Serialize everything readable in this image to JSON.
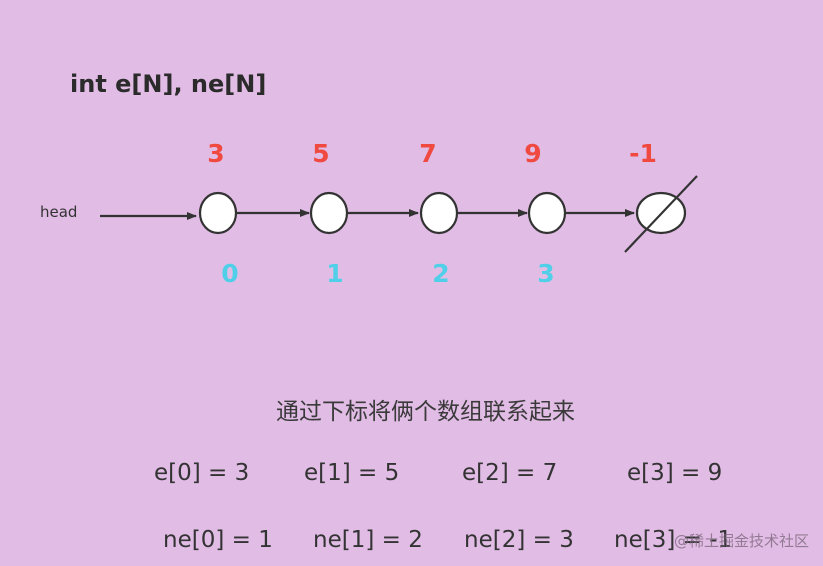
{
  "title": "int e[N], ne[N]",
  "head_label": "head",
  "nodes": [
    {
      "value": "3",
      "index": "0"
    },
    {
      "value": "5",
      "index": "1"
    },
    {
      "value": "7",
      "index": "2"
    },
    {
      "value": "9",
      "index": "3"
    },
    {
      "value": "-1",
      "index": ""
    }
  ],
  "caption": "通过下标将俩个数组联系起来",
  "e_equations": [
    "e[0] = 3",
    "e[1] = 5",
    "e[2] = 7",
    "e[3] = 9"
  ],
  "ne_equations": [
    "ne[0] = 1",
    "ne[1] = 2",
    "ne[2] = 3",
    "ne[3] = -1"
  ],
  "watermark": "@稀土掘金技术社区",
  "colors": {
    "background": "#e1bce5",
    "value": "#f04a40",
    "index": "#4fd0e8",
    "node_fill": "#ffffff",
    "stroke": "#333333"
  }
}
